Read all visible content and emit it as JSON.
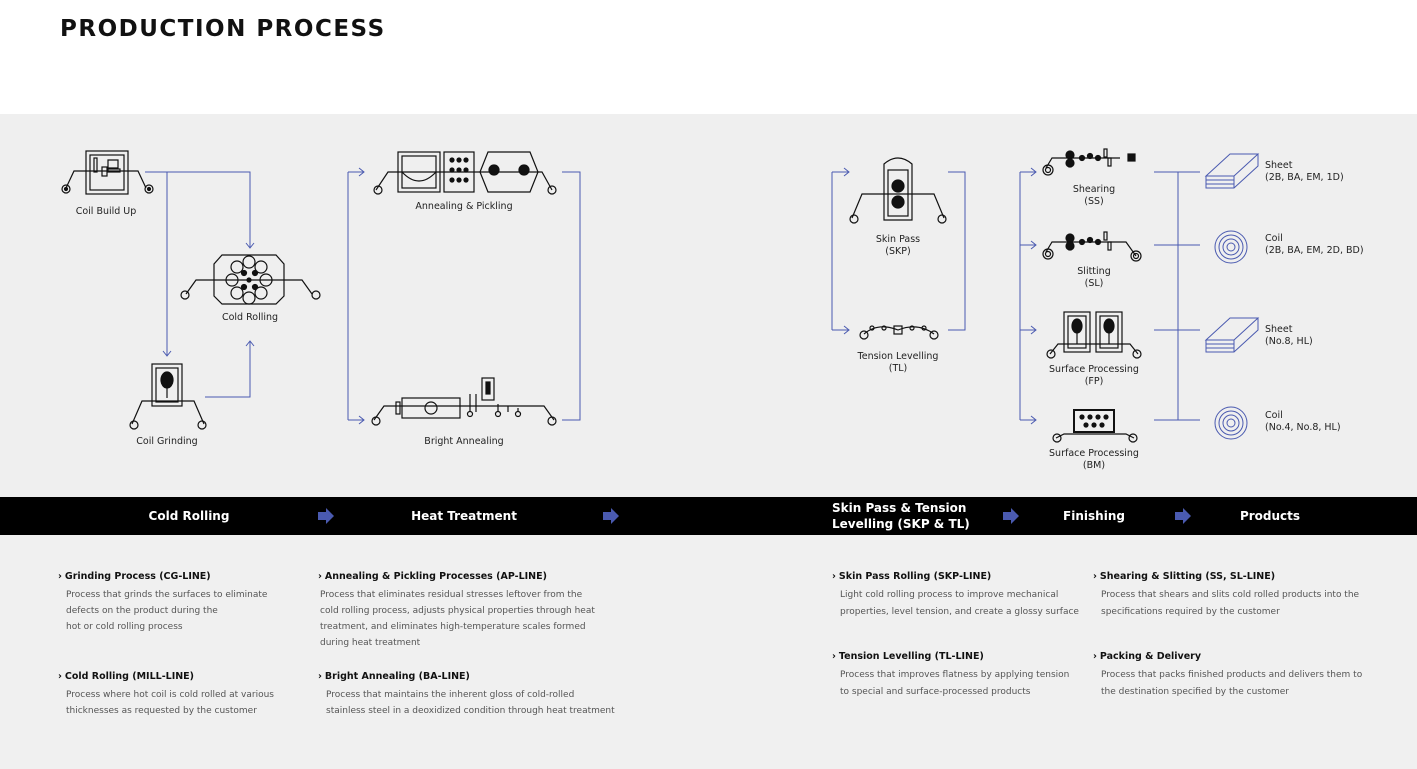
{
  "title": "PRODUCTION PROCESS",
  "colors": {
    "accent": "#4a5ab0",
    "bar": "#000000",
    "diagram_bg": "#efefef"
  },
  "diagram": {
    "cold_rolling": {
      "coil_build_up": "Coil Build Up",
      "cold_rolling": "Cold Rolling",
      "coil_grinding": "Coil Grinding"
    },
    "heat_treatment": {
      "annealing_pickling": "Annealing & Pickling",
      "bright_annealing": "Bright Annealing"
    },
    "skp_tl": {
      "skin_pass": "Skin Pass",
      "skin_pass_code": "(SKP)",
      "tension_levelling": "Tension Levelling",
      "tension_levelling_code": "(TL)"
    },
    "finishing": {
      "shearing": "Shearing",
      "shearing_code": "(SS)",
      "slitting": "Slitting",
      "slitting_code": "(SL)",
      "surface_fp": "Surface Processing",
      "surface_fp_code": "(FP)",
      "surface_bm": "Surface Processing",
      "surface_bm_code": "(BM)"
    },
    "products": [
      {
        "name": "Sheet",
        "grades": "(2B, BA, EM, 1D)",
        "icon": "sheet-icon"
      },
      {
        "name": "Coil",
        "grades": "(2B, BA, EM, 2D, BD)",
        "icon": "coil-icon"
      },
      {
        "name": "Sheet",
        "grades": "(No.8, HL)",
        "icon": "sheet-icon"
      },
      {
        "name": "Coil",
        "grades": "(No.4, No.8, HL)",
        "icon": "coil-icon"
      }
    ]
  },
  "stages": {
    "s1": "Cold Rolling",
    "s2": "Heat Treatment",
    "s3a": "Skin Pass & Tension",
    "s3b": "Levelling (SKP & TL)",
    "s4": "Finishing",
    "s5": "Products"
  },
  "descriptions": {
    "grinding": {
      "title": "Grinding Process (CG-LINE)",
      "l1": "Process that grinds the surfaces to eliminate",
      "l2": "defects on the product during the",
      "l3": "hot or cold rolling process"
    },
    "cold_rolling": {
      "title": "Cold Rolling (MILL-LINE)",
      "l1": "Process where hot coil is cold rolled at various",
      "l2": "thicknesses as requested by the customer"
    },
    "annealing": {
      "title": "Annealing & Pickling Processes (AP-LINE)",
      "l1": "Process that eliminates residual stresses leftover from the",
      "l2": "cold rolling process, adjusts physical properties through heat",
      "l3": "treatment, and eliminates high-temperature scales formed",
      "l4": "during heat treatment"
    },
    "bright": {
      "title": "Bright Annealing (BA-LINE)",
      "l1": "Process that maintains the inherent gloss of cold-rolled",
      "l2": "stainless steel in a deoxidized condition through heat treatment"
    },
    "skin_pass": {
      "title": "Skin Pass Rolling (SKP-LINE)",
      "l1": "Light cold rolling process to improve mechanical",
      "l2": "properties, level tension, and create a glossy surface"
    },
    "tension": {
      "title": "Tension Levelling (TL-LINE)",
      "l1": "Process that improves flatness by applying tension",
      "l2": "to special and surface-processed products"
    },
    "shearing": {
      "title": "Shearing & Slitting (SS, SL-LINE)",
      "l1": "Process that shears and slits cold rolled products into the",
      "l2": "specifications required by the customer"
    },
    "packing": {
      "title": "Packing & Delivery",
      "l1": "Process that packs finished products and delivers them to",
      "l2": "the destination specified by the customer"
    }
  }
}
